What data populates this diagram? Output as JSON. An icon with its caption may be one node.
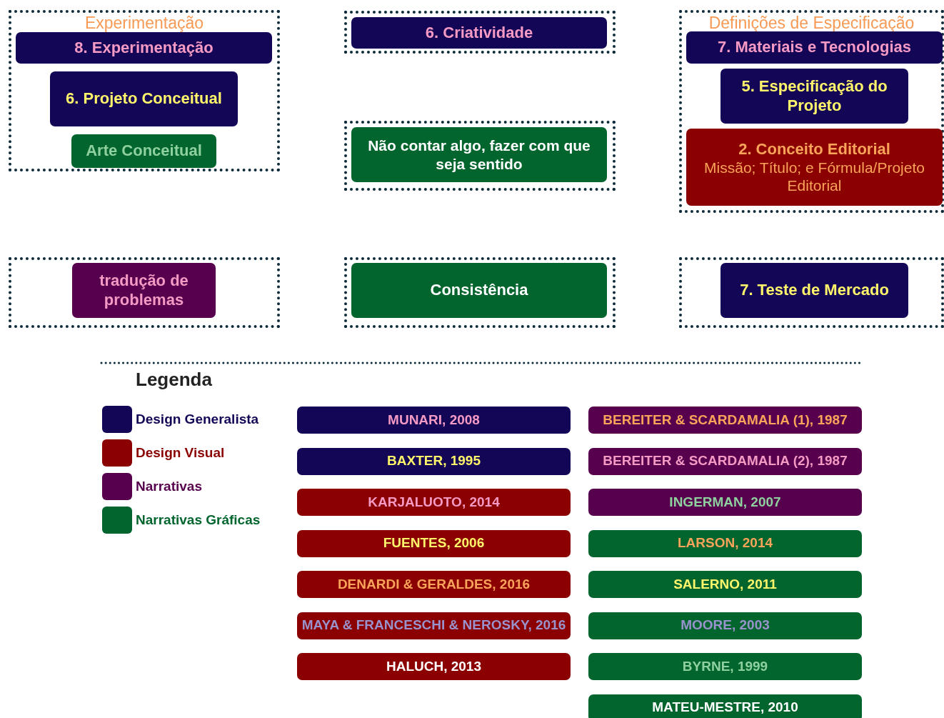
{
  "diagram": {
    "nodes": [
      {
        "text": [
          "Experimentação"
        ]
      },
      {
        "text": [
          "8. Experimentação"
        ],
        "in": 0
      },
      {
        "text": [
          "6. Projeto Conceitual"
        ],
        "in": 0
      },
      {
        "text": [
          "Arte Conceitual"
        ],
        "in": 0
      },
      {
        "text": [],
        "shape": "box"
      },
      {
        "text": [
          "6. Criatividade"
        ],
        "in": 4
      },
      {
        "text": [],
        "shape": "box"
      },
      {
        "text": [
          "Não contar algo, fazer com que seja sentido"
        ],
        "in": 6
      },
      {
        "text": [
          "Definições de Especificação"
        ]
      },
      {
        "text": [
          "7. Materiais e Tecnologias"
        ],
        "in": 8
      },
      {
        "text": [
          "5. Especificação do Projeto"
        ],
        "in": 8
      },
      {
        "text": [
          "2. Conceito Editorial",
          "Missão; Título; e Fórmula/Projeto Editorial"
        ],
        "in": 8
      },
      {
        "text": [],
        "shape": "box"
      },
      {
        "text": [
          "tradução de problemas"
        ],
        "in": 12
      },
      {
        "text": [],
        "shape": "box"
      },
      {
        "text": [
          "Consistência"
        ],
        "in": 14
      },
      {
        "text": [],
        "shape": "box"
      },
      {
        "text": [
          "7.  Teste de Mercado"
        ],
        "in": 16
      },
      {
        "text": [
          "MUNARI, 2008"
        ]
      },
      {
        "text": [
          "BAXTER, 1995"
        ]
      },
      {
        "text": [
          "KARJALUOTO, 2014"
        ]
      },
      {
        "text": [
          "FUENTES, 2006"
        ]
      },
      {
        "text": [
          "DENARDI & GERALDES, 2016"
        ]
      },
      {
        "text": [
          "MAYA & FRANCESCHI & NEROSKY, 2016"
        ]
      },
      {
        "text": [
          "HALUCH, 2013"
        ]
      },
      {
        "text": [
          "BEREITER & SCARDAMALIA (1), 1987"
        ]
      },
      {
        "text": [
          "BEREITER & SCARDAMALIA (2), 1987"
        ]
      },
      {
        "text": [
          "INGERMAN, 2007"
        ]
      },
      {
        "text": [
          "LARSON, 2014"
        ]
      },
      {
        "text": [
          "SALERNO, 2011"
        ]
      },
      {
        "text": [
          "MOORE, 2003"
        ]
      },
      {
        "text": [
          "BYRNE, 1999"
        ]
      },
      {
        "text": [
          "MATEU-MESTRE, 2010"
        ]
      }
    ],
    "edges": [],
    "labels": [
      "Legenda"
    ],
    "legend": [
      {
        "text": "Design Generalista",
        "color": "#140656"
      },
      {
        "text": "Design Visual",
        "color": "#8b0000"
      },
      {
        "text": "Narrativas",
        "color": "#56004e"
      },
      {
        "text": "Narrativas Gráficas",
        "color": "#02652e"
      }
    ]
  }
}
